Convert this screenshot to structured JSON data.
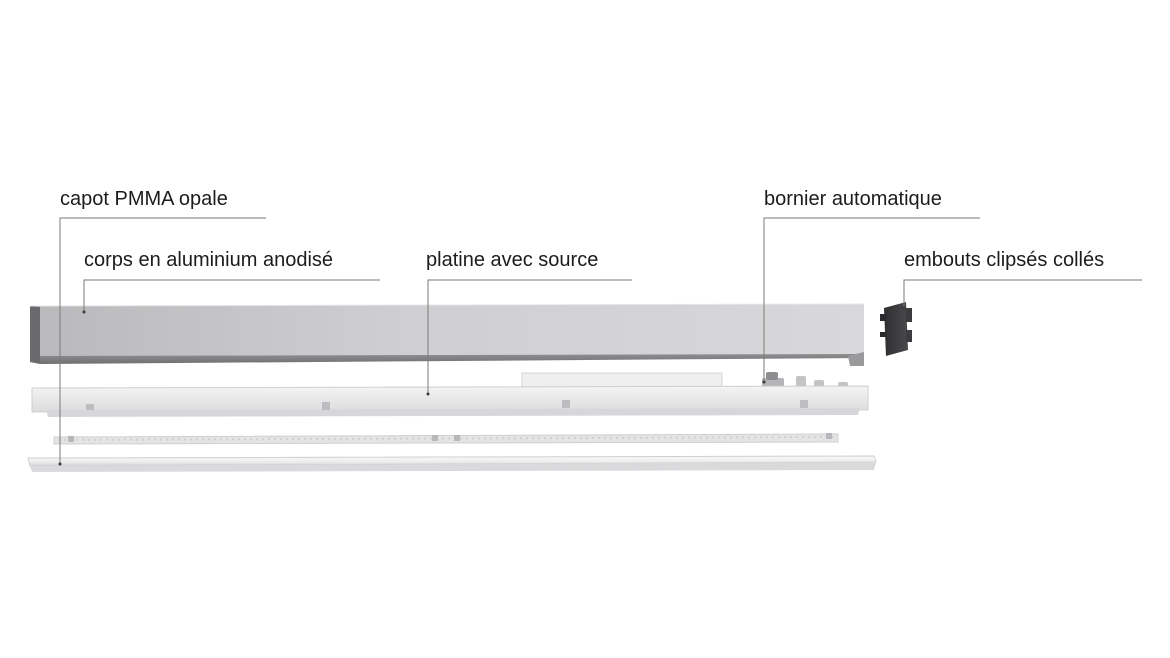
{
  "labels": {
    "capot": "capot PMMA opale",
    "corps": "corps en aluminium anodisé",
    "platine": "platine avec source",
    "bornier": "bornier automatique",
    "embouts": "embouts clipsés collés"
  },
  "colors": {
    "background": "#ffffff",
    "text": "#1c1c1c",
    "leader_line": "#7a7a7a",
    "aluminium_body": "#c9c9cb",
    "end_cap": "#3b3b3d"
  }
}
